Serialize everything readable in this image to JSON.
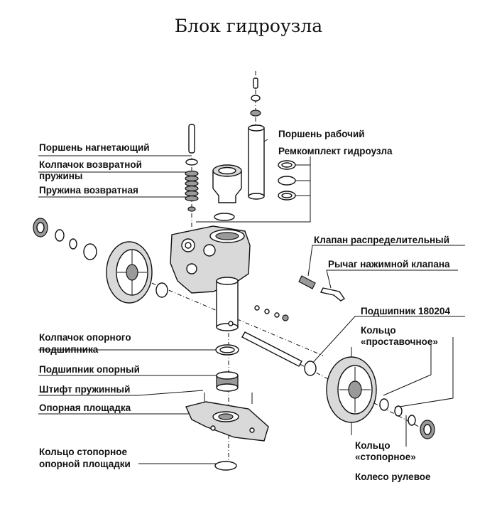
{
  "title": "Блок гидроузла",
  "labels": {
    "porshen_nagnetayushchiy": "Поршень нагнетающий",
    "kolpachok_vozvratnoy_1": "Колпачок возвратной",
    "kolpachok_vozvratnoy_2": "пружины",
    "pruzhina_vozvratnaya": "Пружина возвратная",
    "porshen_rabochiy": "Поршень рабочий",
    "remkomplekt": "Ремкомплект гидроузла",
    "klapan_raspredelitelnyy": "Клапан распределительный",
    "rychag_nazhimnoy": "Рычаг нажимной клапана",
    "podshipnik_180204": "Подшипник 180204",
    "koltso_prostavochnoe_1": "Кольцо",
    "koltso_prostavochnoe_2": "«проставочное»",
    "kolpachok_opornogo_1": "Колпачок опорного",
    "kolpachok_opornogo_2": "подшипника",
    "podshipnik_opornyy": "Подшипник опорный",
    "shtift_pruzhinnyy": "Штифт пружинный",
    "opornaya_ploshchadka": "Опорная площадка",
    "koltso_stopornoe_opornoy_1": "Кольцо стопорное",
    "koltso_stopornoe_opornoy_2": "опорной площадки",
    "koltso_stopornoe_1": "Кольцо",
    "koltso_stopornoe_2": "«стопорное»",
    "koleso_rulevoe": "Колесо рулевое"
  }
}
